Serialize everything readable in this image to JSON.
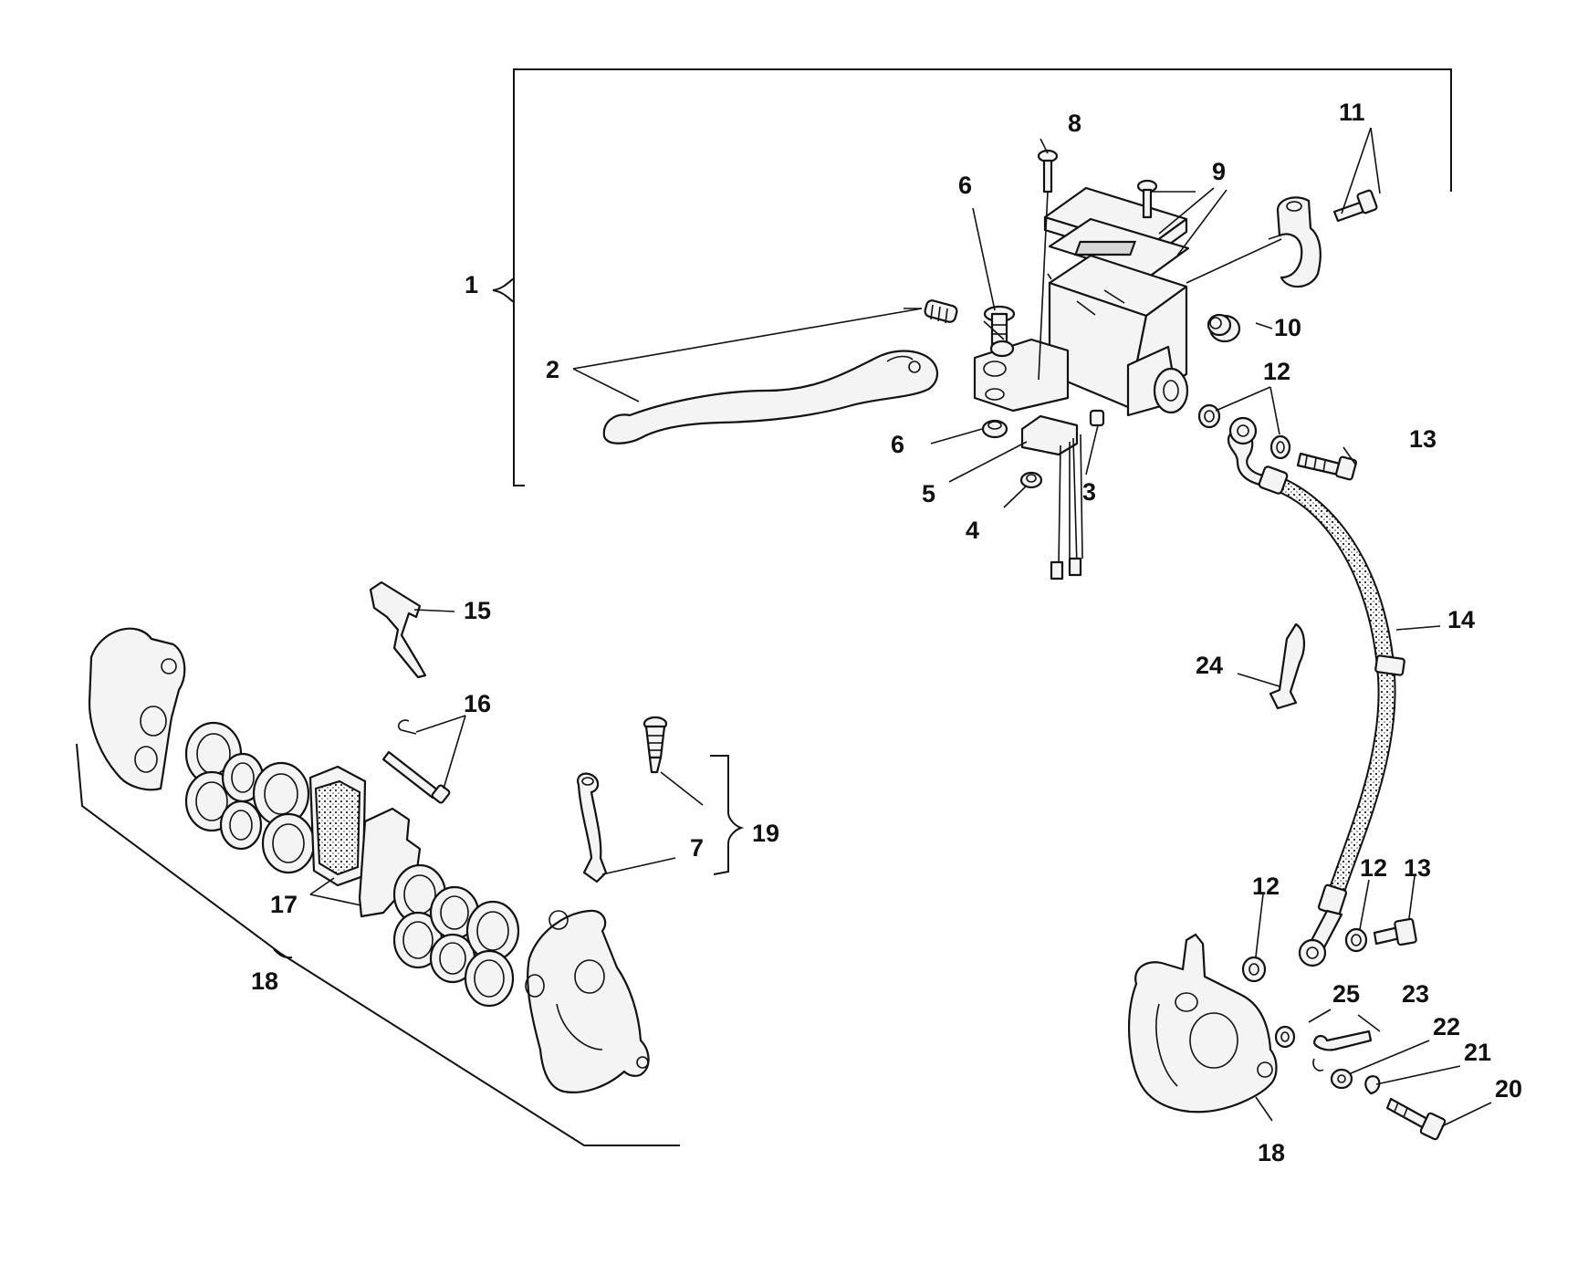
{
  "callouts": {
    "c1": "1",
    "c2": "2",
    "c3": "3",
    "c4": "4",
    "c5": "5",
    "c6a": "6",
    "c6b": "6",
    "c7": "7",
    "c8": "8",
    "c9": "9",
    "c10": "10",
    "c11": "11",
    "c12a": "12",
    "c12b": "12",
    "c12c": "12",
    "c13a": "13",
    "c13b": "13",
    "c14": "14",
    "c15": "15",
    "c16": "16",
    "c17": "17",
    "c18a": "18",
    "c18b": "18",
    "c19": "19",
    "c20": "20",
    "c21": "21",
    "c22": "22",
    "c23": "23",
    "c24": "24",
    "c25": "25"
  },
  "colors": {
    "ink": "#111111",
    "paper": "#ffffff"
  }
}
